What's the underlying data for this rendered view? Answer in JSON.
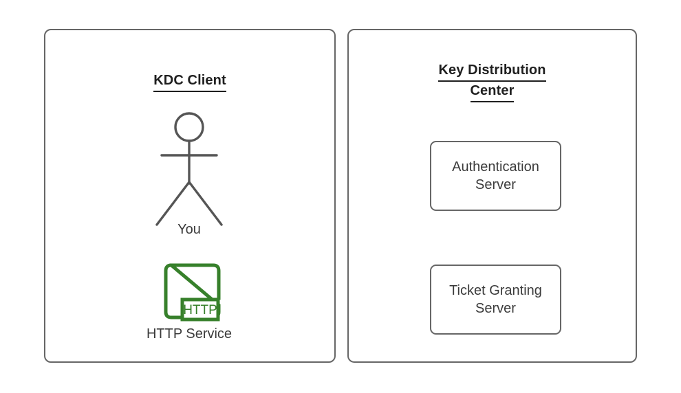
{
  "diagram": {
    "title_client": "KDC Client",
    "title_kdc_line1": "Key Distribution",
    "title_kdc_line2": "Center",
    "actor": {
      "name": "You",
      "icon": "stick-figure-icon"
    },
    "http_service": {
      "label": "HTTP Service",
      "badge_text": "HTTP",
      "icon": "http-service-icon",
      "color": "#37802b"
    },
    "kdc_boxes": [
      {
        "label": "Authentication\nServer",
        "line1": "Authentication",
        "line2": "Server"
      },
      {
        "label": "Ticket Granting\nServer",
        "line1": "Ticket Granting",
        "line2": "Server"
      }
    ],
    "colors": {
      "border": "#666666",
      "text": "#3b3b3b",
      "title": "#1f1f1f",
      "accent_green": "#37802b",
      "background": "#ffffff"
    }
  }
}
